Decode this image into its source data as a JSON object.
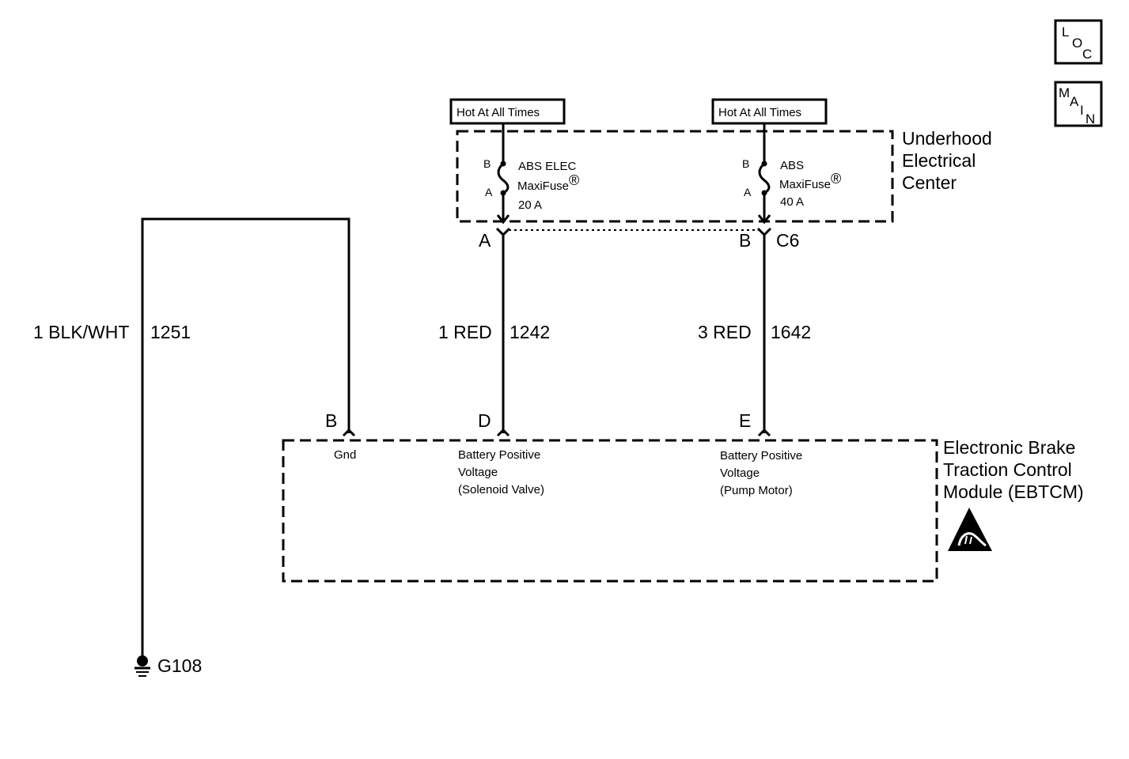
{
  "nav": {
    "loc": [
      "L",
      "O",
      "C"
    ],
    "main": [
      "M",
      "A",
      "I",
      "N"
    ]
  },
  "power": {
    "hot_left": "Hot At All Times",
    "hot_right": "Hot At All Times"
  },
  "underhood": {
    "title_lines": [
      "Underhood",
      "Electrical",
      "Center"
    ]
  },
  "fuses": {
    "left": {
      "pin_b": "B",
      "pin_a": "A",
      "name": "ABS ELEC",
      "type": "MaxiFuse",
      "reg": "®",
      "rating": "20 A"
    },
    "right": {
      "pin_b": "B",
      "pin_a": "A",
      "name": "ABS",
      "type": "MaxiFuse",
      "reg": "®",
      "rating": "40 A"
    }
  },
  "connector": {
    "pin_left": "A",
    "pin_right": "B",
    "id": "C6"
  },
  "wires": {
    "gnd": {
      "color": "1 BLK/WHT",
      "circuit": "1251"
    },
    "sol": {
      "color": "1 RED",
      "circuit": "1242"
    },
    "pump": {
      "color": "3 RED",
      "circuit": "1642"
    }
  },
  "ebtcm": {
    "pin_b": "B",
    "pin_d": "D",
    "pin_e": "E",
    "gnd_label": "Gnd",
    "sol_lines": [
      "Battery Positive",
      "Voltage",
      "(Solenoid Valve)"
    ],
    "pump_lines": [
      "Battery Positive",
      "Voltage",
      "(Pump Motor)"
    ],
    "title_lines": [
      "Electronic Brake",
      "Traction Control",
      "Module (EBTCM)"
    ]
  },
  "ground": {
    "id": "G108"
  }
}
